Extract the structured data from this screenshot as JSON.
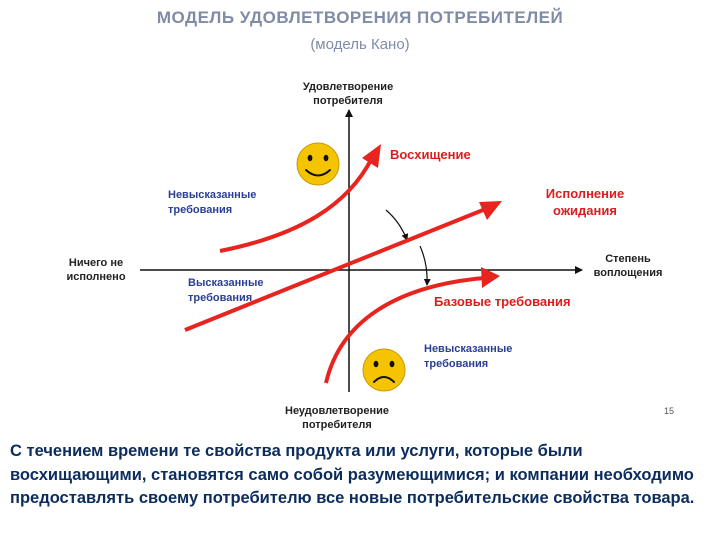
{
  "header": {
    "title": "МОДЕЛЬ УДОВЛЕТВОРЕНИЯ ПОТРЕБИТЕЛЕЙ",
    "subtitle": "(модель Кано)"
  },
  "diagram": {
    "axis_top": [
      "Удовлетворение",
      "потребителя"
    ],
    "axis_bottom": [
      "Неудовлетворение",
      "потребителя"
    ],
    "axis_left": [
      "Ничего не",
      "исполнено"
    ],
    "axis_right": [
      "Степень",
      "воплощения"
    ],
    "curve_delight": "Восхищение",
    "curve_performance": [
      "Исполнение",
      "ожидания"
    ],
    "curve_basic": "Базовые требования",
    "unspoken_upper": [
      "Невысказанные",
      "требования"
    ],
    "spoken": [
      "Высказанные",
      "требования"
    ],
    "unspoken_lower": [
      "Невысказанные",
      "требования"
    ],
    "page_number": "15",
    "colors": {
      "curve": "#e8241e",
      "label_red": "#d81e1e",
      "label_blue": "#2b3f93",
      "face": "#f5c400"
    },
    "icons": {
      "happy": "smiley-happy-icon",
      "sad": "smiley-sad-icon"
    }
  },
  "footer": {
    "text": "С течением времени те свойства продукта или услуги, которые были восхищающими, становятся само собой разумеющимися; и компании необходимо предоставлять своему потребителю все новые потребительские свойства товара."
  }
}
